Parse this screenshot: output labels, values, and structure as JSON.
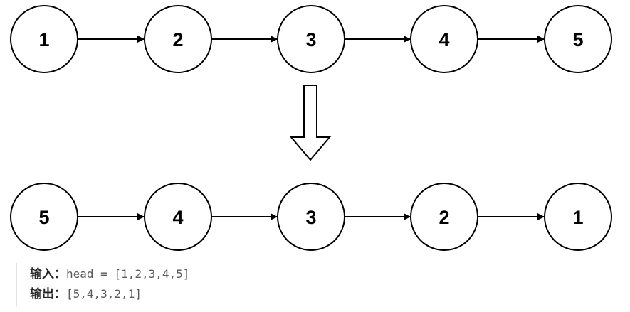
{
  "top_list": [
    "1",
    "2",
    "3",
    "4",
    "5"
  ],
  "bottom_list": [
    "5",
    "4",
    "3",
    "2",
    "1"
  ],
  "example": {
    "input_label": "输入：",
    "input_value": "head = [1,2,3,4,5]",
    "output_label": "输出：",
    "output_value": "[5,4,3,2,1]"
  }
}
